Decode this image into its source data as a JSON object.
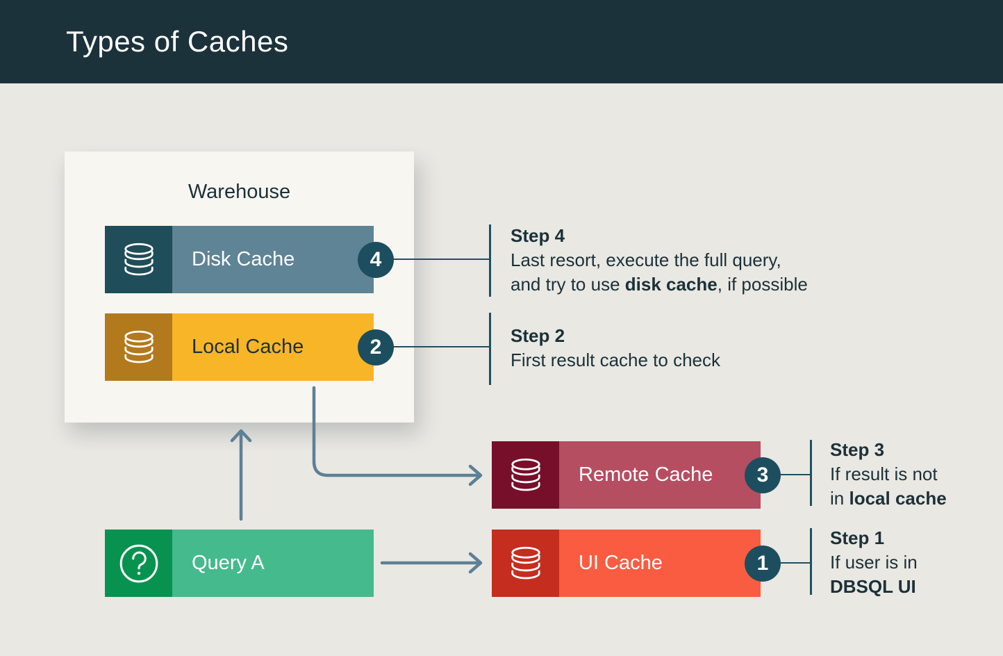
{
  "header": {
    "title": "Types of Caches"
  },
  "warehouse": {
    "label": "Warehouse"
  },
  "nodes": [
    {
      "id": "disk",
      "label": "Disk Cache",
      "badge": "4",
      "icon": "database-icon",
      "icon_bg": "#1F4D5A",
      "body_bg": "#5E8495",
      "text_color": "#FFFFFF"
    },
    {
      "id": "local",
      "label": "Local Cache",
      "badge": "2",
      "icon": "database-icon",
      "icon_bg": "#B3791D",
      "body_bg": "#F8B527",
      "text_color": "#1B3139"
    },
    {
      "id": "remote",
      "label": "Remote Cache",
      "badge": "3",
      "icon": "database-icon",
      "icon_bg": "#770F2B",
      "body_bg": "#B54E61",
      "text_color": "#FFFFFF"
    },
    {
      "id": "ui",
      "label": "UI Cache",
      "badge": "1",
      "icon": "database-icon",
      "icon_bg": "#C52D1E",
      "body_bg": "#FA5C41",
      "text_color": "#FFFFFF"
    },
    {
      "id": "query",
      "label": "Query A",
      "badge": "",
      "icon": "question-mark-icon",
      "icon_bg": "#07934F",
      "body_bg": "#45BA8C",
      "text_color": "#FFFFFF"
    }
  ],
  "steps": [
    {
      "id": "step-4",
      "title": "Step 4",
      "lines": [
        [
          {
            "t": "Last resort, execute the full query,"
          }
        ],
        [
          {
            "t": "and try to use "
          },
          {
            "t": "disk cache",
            "b": true
          },
          {
            "t": ", if possible"
          }
        ]
      ]
    },
    {
      "id": "step-2",
      "title": "Step 2",
      "lines": [
        [
          {
            "t": "First result cache to check"
          }
        ]
      ]
    },
    {
      "id": "step-3",
      "title": "Step 3",
      "lines": [
        [
          {
            "t": "If result is not"
          }
        ],
        [
          {
            "t": "in "
          },
          {
            "t": "local cache",
            "b": true
          }
        ]
      ]
    },
    {
      "id": "step-1",
      "title": "Step 1",
      "lines": [
        [
          {
            "t": "If user is in"
          }
        ],
        [
          {
            "t": "DBSQL UI",
            "b": true
          }
        ]
      ]
    }
  ],
  "colors": {
    "header_bg": "#1C323B",
    "page_bg": "#EAE8E3",
    "panel_bg": "#F8F6F1",
    "ink": "#1B3139",
    "arrow": "#5C8096",
    "connector": "#1F5061",
    "badge_bg": "#1D4E5F"
  },
  "icons": [
    "database-icon",
    "question-mark-icon"
  ]
}
